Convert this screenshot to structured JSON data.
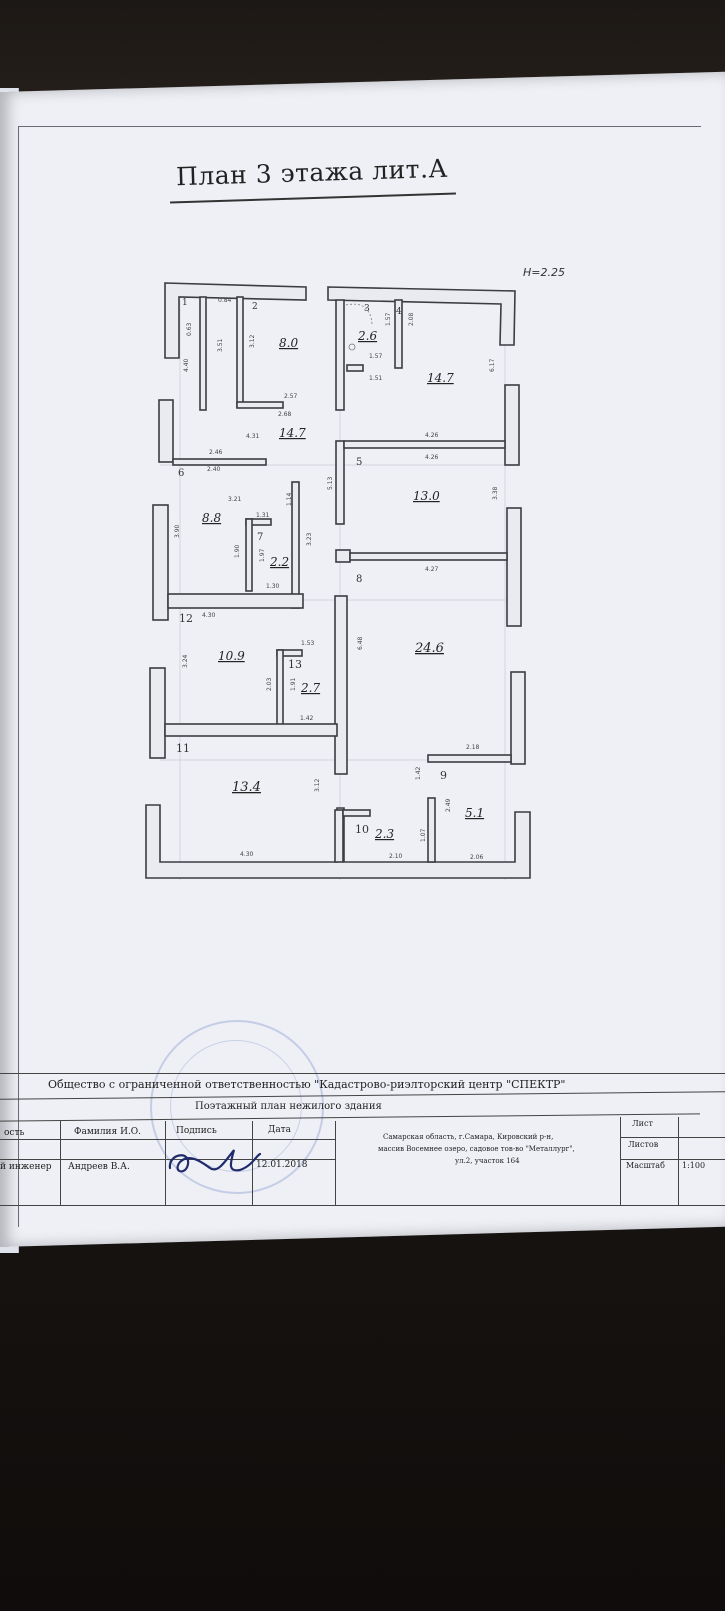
{
  "document": {
    "title": "План 3 этажа  лит.А",
    "height_label": "H=2.25"
  },
  "rooms": [
    {
      "num": "1",
      "area": ""
    },
    {
      "num": "2",
      "area": "8.0"
    },
    {
      "num": "3",
      "area": "2.6"
    },
    {
      "num": "4",
      "area": "14.7"
    },
    {
      "num": "5",
      "area": "13.0"
    },
    {
      "num": "6",
      "area": "14.7"
    },
    {
      "num": "7",
      "area": "2.2"
    },
    {
      "num": "8",
      "area": "24.6"
    },
    {
      "num": "9",
      "area": "5.1"
    },
    {
      "num": "10",
      "area": "2.3"
    },
    {
      "num": "11",
      "area": "13.4"
    },
    {
      "num": "12",
      "area": "8.8"
    },
    {
      "num": "13",
      "area": "2.7"
    },
    {
      "num": "",
      "area": "10.9"
    }
  ],
  "dimensions": {
    "d_0_84": "0.84",
    "d_0_63": "0.63",
    "d_4_40": "4.40",
    "d_3_51": "3.51",
    "d_3_12a": "3.12",
    "d_2_57": "2.57",
    "d_2_68": "2.68",
    "d_4_31": "4.31",
    "d_2_46": "2.46",
    "d_2_40": "2.40",
    "d_1_57": "1.57",
    "d_1_57b": "1.57",
    "d_1_51": "1.51",
    "d_2_08": "2.08",
    "d_6_17": "6.17",
    "d_4_26a": "4.26",
    "d_4_26b": "4.26",
    "d_5_13": "5.13",
    "d_3_21": "3.21",
    "d_1_31": "1.31",
    "d_1_14": "1.14",
    "d_3_90": "3.90",
    "d_1_90": "1.90",
    "d_1_97": "1.97",
    "d_3_23": "3.23",
    "d_1_30": "1.30",
    "d_3_38": "3.38",
    "d_4_27": "4.27",
    "d_4_30a": "4.30",
    "d_6_48": "6.48",
    "d_1_53": "1.53",
    "d_3_24": "3.24",
    "d_2_03": "2.03",
    "d_1_91": "1.91",
    "d_1_42a": "1.42",
    "d_2_18": "2.18",
    "d_1_42b": "1.42",
    "d_3_12b": "3.12",
    "d_2_49": "2.49",
    "d_1_07": "1.07",
    "d_4_30b": "4.30",
    "d_2_10": "2.10",
    "d_2_06": "2.06"
  },
  "title_block": {
    "organization": "Общество с ограниченной ответственностью \"Кадастрово-риэлторский центр \"СПЕКТР\"",
    "drawing_name": "Поэтажный план нежилого здания",
    "col_position": "ость",
    "col_name": "Фамилия И.О.",
    "col_signature": "Подпись",
    "col_date": "Дата",
    "role": "й инженер",
    "engineer": "Андреев В.А.",
    "date": "12.01.2018",
    "address_line1": "Самарская область, г.Самара, Кировский р-н,",
    "address_line2": "массив Восемнее озеро, садовое тов-во \"Металлург\",",
    "address_line3": "ул.2, участок 164",
    "sheet_label": "Лист",
    "sheets_label": "Листов",
    "scale_label": "Масштаб",
    "scale_value": "1:100"
  }
}
